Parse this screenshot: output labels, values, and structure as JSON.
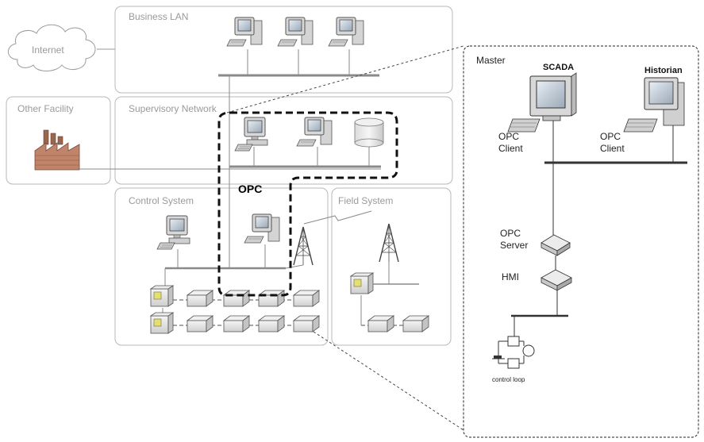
{
  "zones": {
    "internet": "Internet",
    "business_lan": "Business LAN",
    "other_facility": "Other Facility",
    "supervisory_network": "Supervisory Network",
    "control_system": "Control System",
    "field_system": "Field System"
  },
  "opc_label": "OPC",
  "detail": {
    "master": "Master",
    "scada": "SCADA",
    "historian": "Historian",
    "opc_client_1": [
      "OPC",
      "Client"
    ],
    "opc_client_2": [
      "OPC",
      "Client"
    ],
    "opc_server": [
      "OPC",
      "Server"
    ],
    "hmi": "HMI",
    "control_loop": "control loop"
  },
  "colors": {
    "zone_border": "#b8b8b8",
    "zone_text": "#9a9a9a",
    "opc_border": "#111111",
    "network_line": "#9a9a9a",
    "factory_brick": "#b87a60"
  }
}
